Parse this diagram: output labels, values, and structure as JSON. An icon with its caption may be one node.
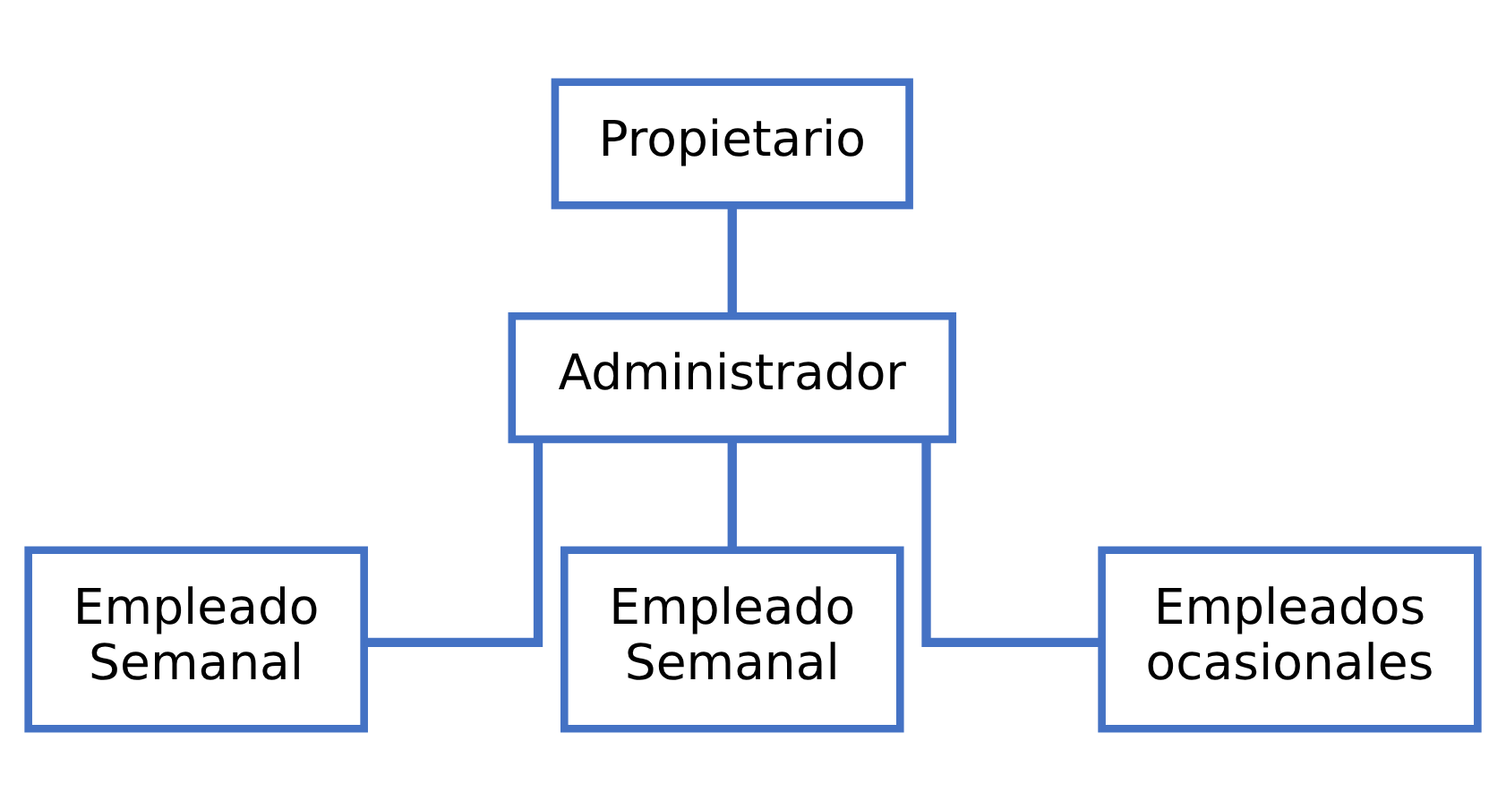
{
  "diagram": {
    "nodes": [
      {
        "text": [
          "Propietario"
        ]
      },
      {
        "text": [
          "Administrador"
        ]
      },
      {
        "text": [
          "Empleado Semanal"
        ]
      },
      {
        "text": [
          "Empleado Semanal"
        ]
      },
      {
        "text": [
          "Empleados ocasionales"
        ]
      }
    ],
    "edges": [
      {
        "from": 0,
        "to": 1,
        "arrow": "none"
      },
      {
        "from": 1,
        "to": 2,
        "arrow": "none"
      },
      {
        "from": 1,
        "to": 3,
        "arrow": "none"
      },
      {
        "from": 1,
        "to": 4,
        "arrow": "none"
      }
    ]
  }
}
